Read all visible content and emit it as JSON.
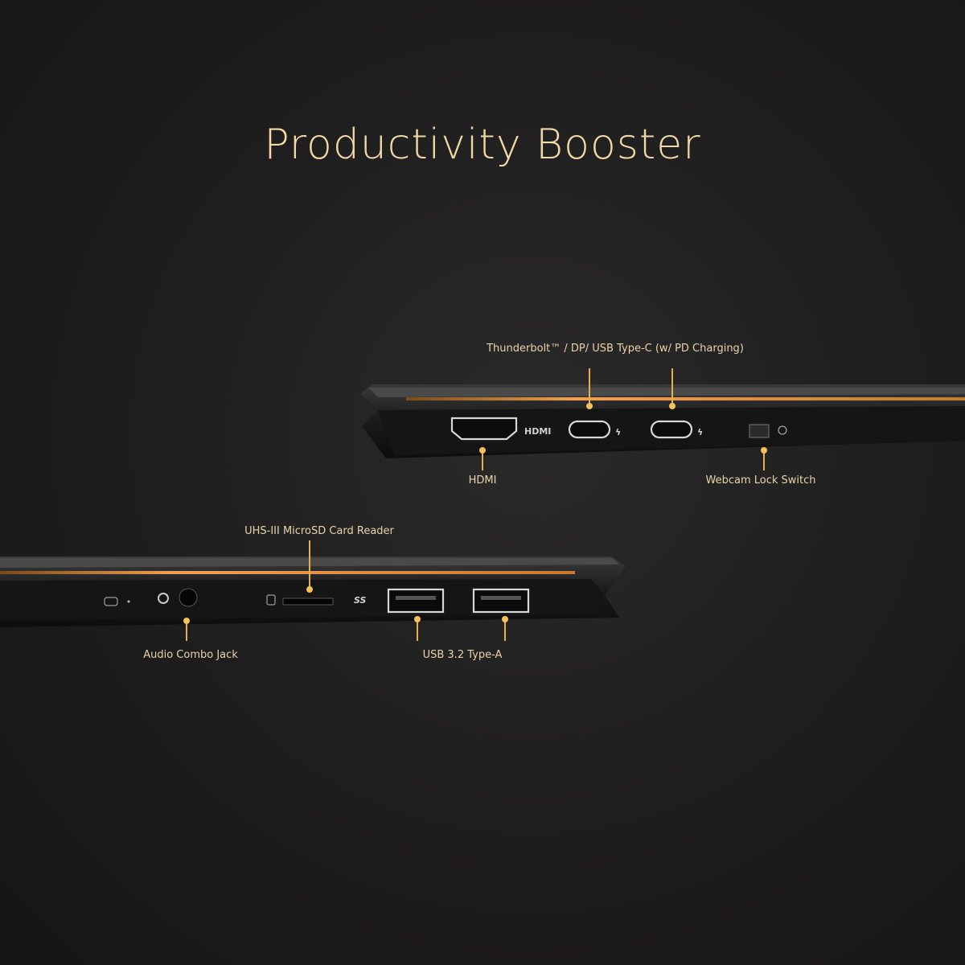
{
  "title": "Productivity Booster",
  "right_side": {
    "thunderbolt_label": "Thunderbolt™ / DP/ USB Type-C (w/ PD Charging)",
    "hdmi_label": "HDMI",
    "hdmi_logo": "HDMI",
    "webcam_label": "Webcam Lock Switch"
  },
  "left_side": {
    "microsd_label": "UHS-III MicroSD Card Reader",
    "audio_label": "Audio Combo Jack",
    "usb_label": "USB 3.2 Type-A",
    "usb_logo": "SS"
  },
  "colors": {
    "accent": "#e8b04a",
    "text": "#f2d9a6",
    "background": "#1e1d1d"
  }
}
